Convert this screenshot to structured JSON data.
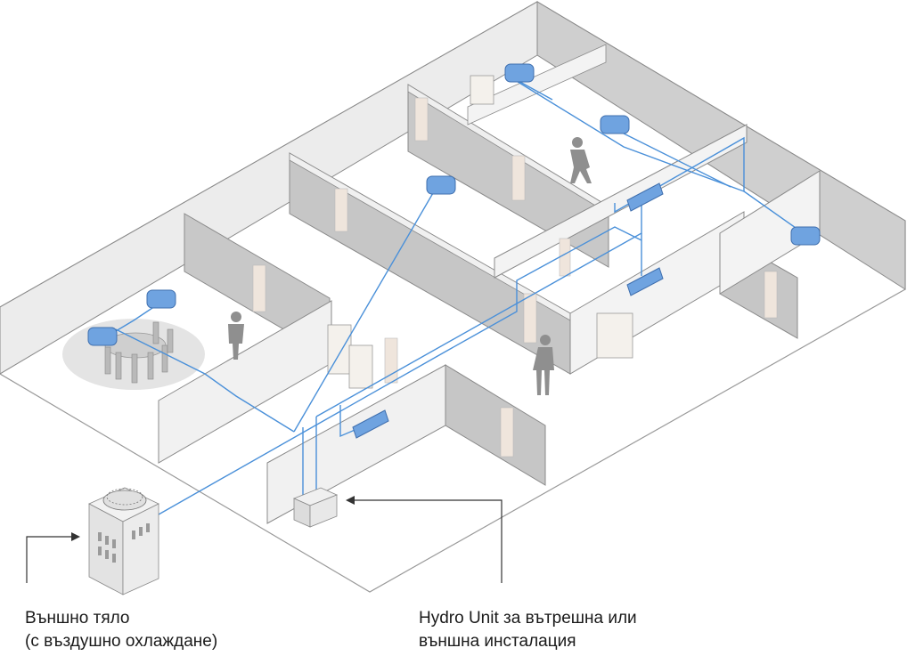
{
  "labels": {
    "outdoor_unit_line1": "Външно тяло",
    "outdoor_unit_line2": "(с въздушно охлаждане)",
    "hydro_unit_line1": "Hydro Unit за вътрешна или",
    "hydro_unit_line2": "външна инсталация"
  },
  "colors": {
    "wall_top": "#f2f2f2",
    "wall_light": "#eeeeee",
    "wall_shade": "#c9c9c9",
    "wall_outline": "#8a8a8a",
    "floor": "#ffffff",
    "pipe": "#4a90d9",
    "unit_fill": "#6fa3e0",
    "unit_edge": "#3f6fae",
    "door": "#efe5dc",
    "person": "#8f8f8f",
    "arrow": "#333333"
  },
  "icons": {
    "indoor_units": "ceiling-cassette-icon",
    "wall_units": "wall-split-icon",
    "outdoor": "outdoor-unit-icon",
    "hydro": "hydro-unit-icon",
    "people": "person-icon"
  }
}
